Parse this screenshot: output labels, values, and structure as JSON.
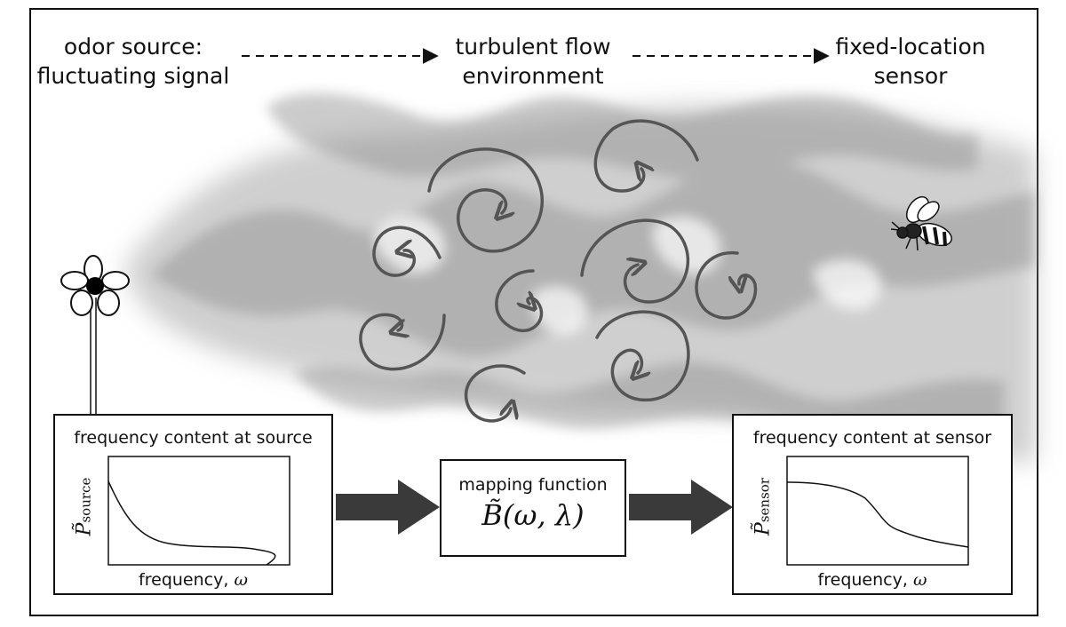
{
  "labels": {
    "source_line1": "odor source:",
    "source_line2": "fluctuating signal",
    "flow_line1": "turbulent flow",
    "flow_line2": "environment",
    "sensor_line1": "fixed-location",
    "sensor_line2": "sensor"
  },
  "source_panel": {
    "title": "frequency content at source",
    "xlabel_text": "frequency,",
    "xlabel_symbol": "ω",
    "ylabel_symbol": "P̃",
    "ylabel_sub": "source"
  },
  "mapping_box": {
    "title": "mapping function",
    "formula": "B̃(ω, λ)"
  },
  "sensor_panel": {
    "title": "frequency content at sensor",
    "xlabel_text": "frequency,",
    "xlabel_symbol": "ω",
    "ylabel_symbol": "P̃",
    "ylabel_sub": "sensor"
  },
  "colors": {
    "frame": "#111111",
    "vortex": "#555555",
    "plume": "#9a9a9a",
    "arrow": "#3a3a3a"
  },
  "icons": [
    "flower-icon",
    "bee-icon"
  ]
}
